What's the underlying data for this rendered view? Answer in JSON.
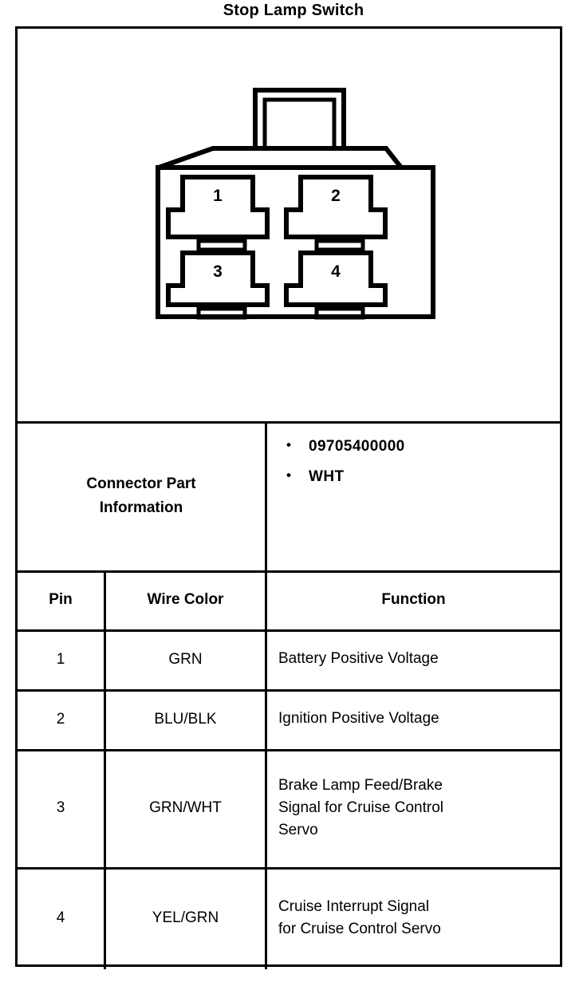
{
  "title": "Stop Lamp Switch",
  "connector_diagram": {
    "name": "4-way connector face view",
    "pins": [
      "1",
      "2",
      "3",
      "4"
    ]
  },
  "connector_part_information": {
    "label_line_1": "Connector Part",
    "label_line_2": "Information",
    "bullet_glyph": "•",
    "values": [
      "09705400000",
      "WHT"
    ]
  },
  "pin_table": {
    "headers": [
      "Pin",
      "Wire Color",
      "Function"
    ],
    "rows": [
      {
        "pin": "1",
        "wire_color": "GRN",
        "function": "Battery Positive Voltage",
        "function_lines": [
          "Battery Positive Voltage"
        ]
      },
      {
        "pin": "2",
        "wire_color": "BLU/BLK",
        "function": "Ignition Positive Voltage",
        "function_lines": [
          "Ignition Positive Voltage"
        ]
      },
      {
        "pin": "3",
        "wire_color": "GRN/WHT",
        "function": "Brake Lamp Feed/Brake Signal for Cruise Control Servo",
        "function_lines": [
          "Brake Lamp Feed/Brake",
          "Signal for Cruise Control",
          "Servo"
        ]
      },
      {
        "pin": "4",
        "wire_color": "YEL/GRN",
        "function": "Cruise Interrupt Signal for Cruise Control Servo",
        "function_lines": [
          "Cruise Interrupt Signal",
          "for Cruise Control Servo"
        ]
      }
    ]
  },
  "colors": {
    "ink": "#000000",
    "paper": "#ffffff"
  }
}
